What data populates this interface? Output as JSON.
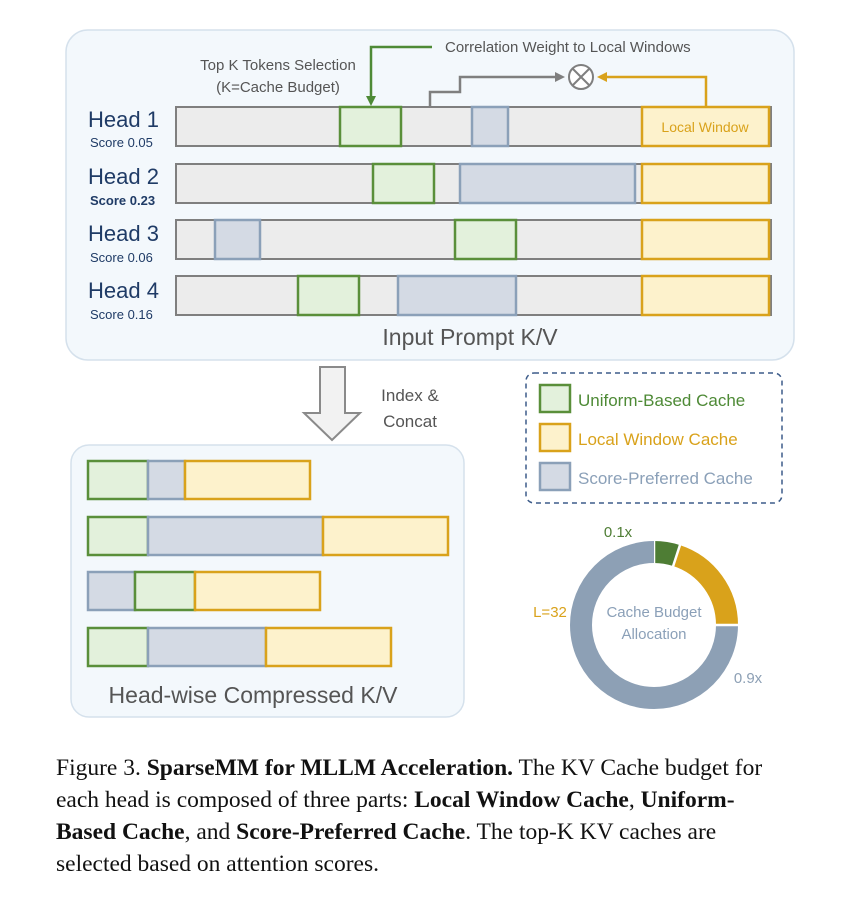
{
  "top_panel": {
    "title": "Input Prompt K/V",
    "top_k_line1": "Top K Tokens Selection",
    "top_k_line2": "(K=Cache Budget)",
    "correlation_label": "Correlation Weight to Local Windows",
    "local_window_label": "Local Window",
    "heads": [
      {
        "name": "Head 1",
        "score": "Score 0.05",
        "bold_score": false
      },
      {
        "name": "Head 2",
        "score": "Score 0.23",
        "bold_score": true
      },
      {
        "name": "Head 3",
        "score": "Score 0.06",
        "bold_score": false
      },
      {
        "name": "Head 4",
        "score": "Score 0.16",
        "bold_score": false
      }
    ]
  },
  "arrow": {
    "line1": "Index &",
    "line2": "Concat"
  },
  "bottom_panel": {
    "title": "Head-wise Compressed K/V"
  },
  "legend": [
    {
      "label": "Uniform-Based Cache",
      "color": "#4e8a36"
    },
    {
      "label": "Local Window Cache",
      "color": "#d9a21b"
    },
    {
      "label": "Score-Preferred Cache",
      "color": "#8ba0b8"
    }
  ],
  "donut": {
    "center_line1": "Cache Budget",
    "center_line2": "Allocation",
    "segments": [
      {
        "label": "0.1x",
        "fraction": 0.05,
        "color": "#4e7d34"
      },
      {
        "label": "L=32",
        "fraction": 0.2,
        "color": "#d9a21b"
      },
      {
        "label": "0.9x",
        "fraction": 0.75,
        "color": "#8da0b5"
      }
    ]
  },
  "caption": {
    "prefix": "Figure 3. ",
    "title": "SparseMM for MLLM Acceleration.",
    "t1": "  The KV Cache budget for each head is composed of three parts: ",
    "b1": "Local Window Cache",
    "t2": ", ",
    "b2": "Uniform-Based Cache",
    "t3": ", and ",
    "b3": "Score-Preferred Cache",
    "t4": ". The top-K KV caches are selected based on attention scores."
  },
  "colors": {
    "uniform_fill": "#e3f1dc",
    "uniform_stroke": "#5a8f3a",
    "local_fill": "#fdf2cc",
    "local_stroke": "#d9a21b",
    "score_fill": "#d4dae4",
    "score_stroke": "#8ba0b8",
    "bar_fill": "#ececec",
    "bar_stroke": "#7f7f7f",
    "panel_fill": "#f3f8fc",
    "panel_stroke": "#d5e1ec",
    "head_text": "#1f3b66"
  }
}
